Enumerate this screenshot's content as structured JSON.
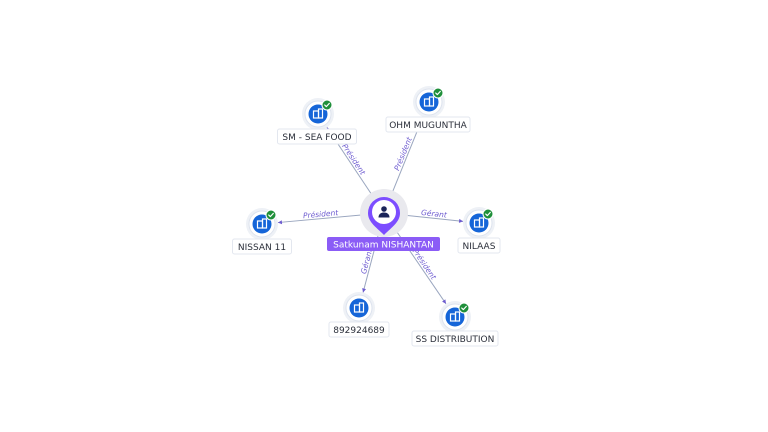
{
  "graph": {
    "center": {
      "name": "Satkunam NISHANTAN",
      "icon": "person-icon"
    },
    "companies": [
      {
        "name": "SM - SEA FOOD",
        "role": "Président",
        "verified": true,
        "icon": "building-icon"
      },
      {
        "name": "OHM MUGUNTHA",
        "role": "Président",
        "verified": true,
        "icon": "building-icon"
      },
      {
        "name": "NISSAN 11",
        "role": "Président",
        "verified": true,
        "icon": "building-icon"
      },
      {
        "name": "NILAAS",
        "role": "Gérant",
        "verified": true,
        "icon": "building-icon"
      },
      {
        "name": "892924689",
        "role": "Gérant",
        "verified": false,
        "icon": "building-icon"
      },
      {
        "name": "SS DISTRIBUTION",
        "role": "Président",
        "verified": true,
        "icon": "building-icon"
      }
    ],
    "colors": {
      "center": "#8b5cf6",
      "company": "#1565d8",
      "verified": "#1f8f3a",
      "edge_label": "#6d5bd0"
    }
  }
}
